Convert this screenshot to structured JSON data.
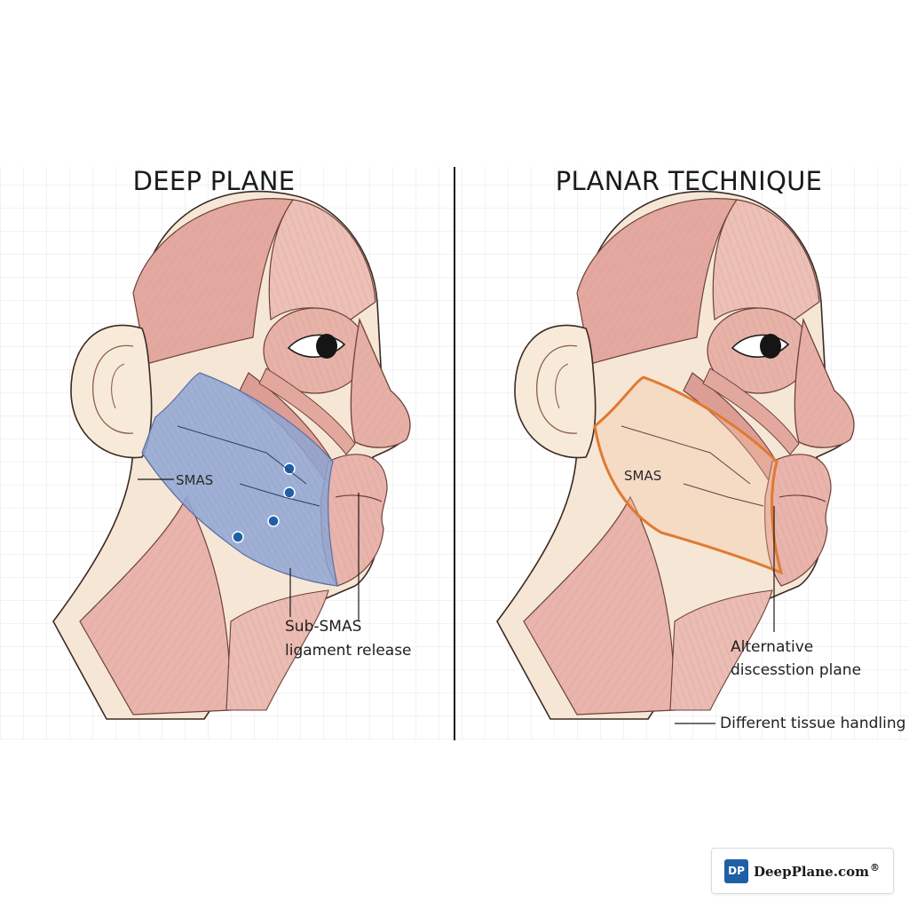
{
  "panels": {
    "left": {
      "title": "DEEP PLANE",
      "labels": {
        "smas": "SMAS",
        "sub_smas_line1": "Sub-SMAS",
        "sub_smas_line2": "ligament release"
      }
    },
    "right": {
      "title": "PLANAR TECHNIQUE",
      "labels": {
        "smas": "SMAS",
        "alt_line1": "Alternative",
        "alt_line2": "discesstion plane",
        "tissue": "Different tissue handling"
      }
    }
  },
  "logo": {
    "mark": "DP",
    "name": "DeepPlane.com",
    "reg": "®"
  },
  "colors": {
    "muscle": "#e8b4ac",
    "muscle_dark": "#c98479",
    "skin": "#f6e6d6",
    "smas_blue": "#8fa6d3",
    "highlight_orange": "#e07a32",
    "grid": "#e4e4e4",
    "divider": "#111111"
  }
}
